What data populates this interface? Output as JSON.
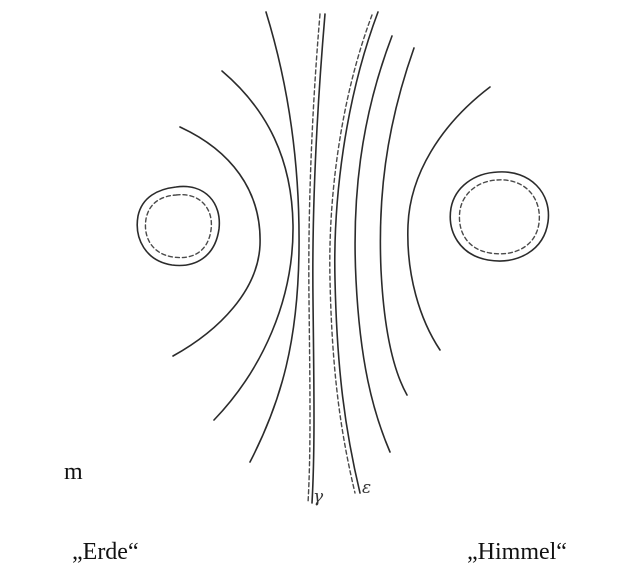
{
  "margin_letter": "m",
  "curve_marks": {
    "left_center": "γ",
    "right_center": "ε"
  },
  "labels": {
    "earth": "„Erde“",
    "sky": "„Himmel“"
  },
  "colors": {
    "ink": "#2b2b2b",
    "background": "#ffffff"
  }
}
